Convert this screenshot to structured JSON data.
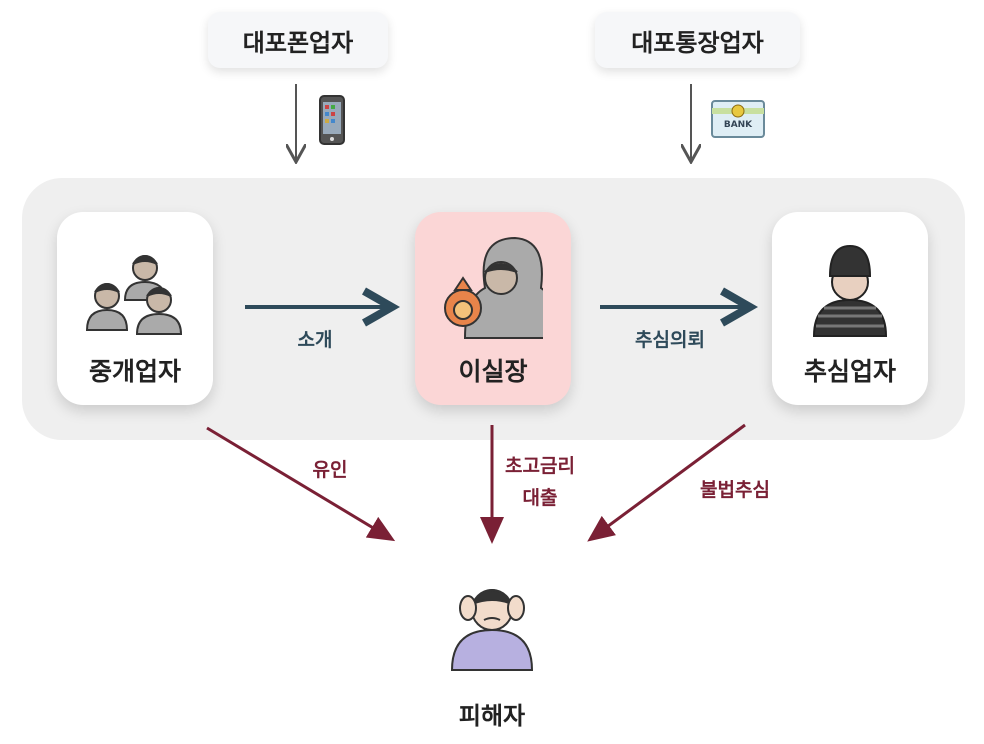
{
  "suppliers": {
    "phone_vendor": "대포폰업자",
    "account_vendor": "대포통장업자",
    "bank_icon_text": "BANK"
  },
  "actors": {
    "broker": "중개업자",
    "boss": "이실장",
    "collector": "추심업자",
    "victim": "피해자"
  },
  "edges": {
    "introduce": "소개",
    "collection_request": "추심의뢰",
    "lure": "유인",
    "loan_line1": "초고금리",
    "loan_line2": "대출",
    "illegal_collection": "불법추심"
  },
  "colors": {
    "panel": "#efefef",
    "boss_card": "#fbd6d6",
    "teal_arrow": "#2e4a5a",
    "maroon_arrow": "#7a2035"
  }
}
